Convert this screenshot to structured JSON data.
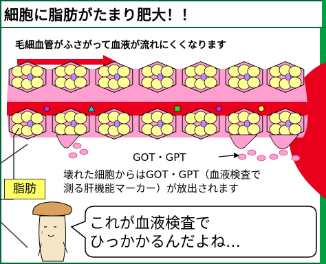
{
  "title": "細胞に脂肪がたまり肥大！！",
  "subtitle": "毛細血管がふさがって血液が流れにくくなります",
  "enzyme_label": "GOT・GPT",
  "fat_label": "脂肪",
  "explanation": "壊れた細胞からはGOT・GPT（血液検査で\n測る肝機能マーカー）が放出されます",
  "speech": "これが血液検査で\nひっかかるんだよね…",
  "colors": {
    "frame": "#006633",
    "blood": "#e8001c",
    "cell": "#ffff99",
    "tissue": "#ffb3d9",
    "label_bg": "#ffff66"
  }
}
